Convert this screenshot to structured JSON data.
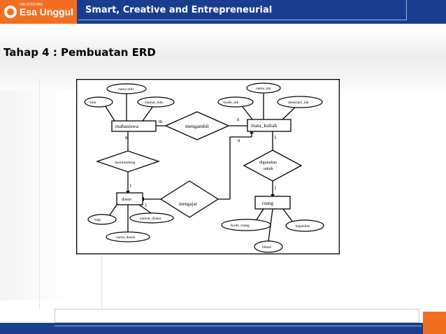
{
  "header": {
    "logo_small": "UNIVERSITAS",
    "logo_text": "Esa Unggul",
    "tagline": "Smart, Creative and Entrepreneurial"
  },
  "slide": {
    "title": "Tahap 4 : Pembuatan ERD"
  },
  "erd": {
    "entities": {
      "mahasiswa": "mahasiswa",
      "mata_kuliah": "mata_kuliah",
      "dosen": "dosen",
      "ruang": "ruang"
    },
    "relationships": {
      "mengambil": "mengambil",
      "membimbing": "membimbing",
      "mengajar": "mengajar",
      "digunakan_1": "digunakan",
      "digunakan_2": "untuk"
    },
    "attributes": {
      "nama_mhs": "nama mhs",
      "nim": "nim",
      "alamat_mhs": "alamat_mhs",
      "nama_mk": "nama_mk",
      "kode_mk": "kode_mk",
      "deskripsi_mk": "deskripsi_mk",
      "nip": "nip",
      "alamat_dosen": "alamat_dosen",
      "nama_dosen": "nama_dosen",
      "kode_ruang": "kode_ruang",
      "kapasitas": "kapasitas",
      "lokasi": "lokasi"
    },
    "cardinalities": {
      "mhs_mengambil": "m",
      "mengambil_mk_top": "n",
      "mhs_membimbing": "n",
      "mk_mengajar": "n",
      "mk_digunakan": "1",
      "membimbing_dosen": "1",
      "mengajar_dosen": "1",
      "digunakan_ruang": "1"
    }
  }
}
